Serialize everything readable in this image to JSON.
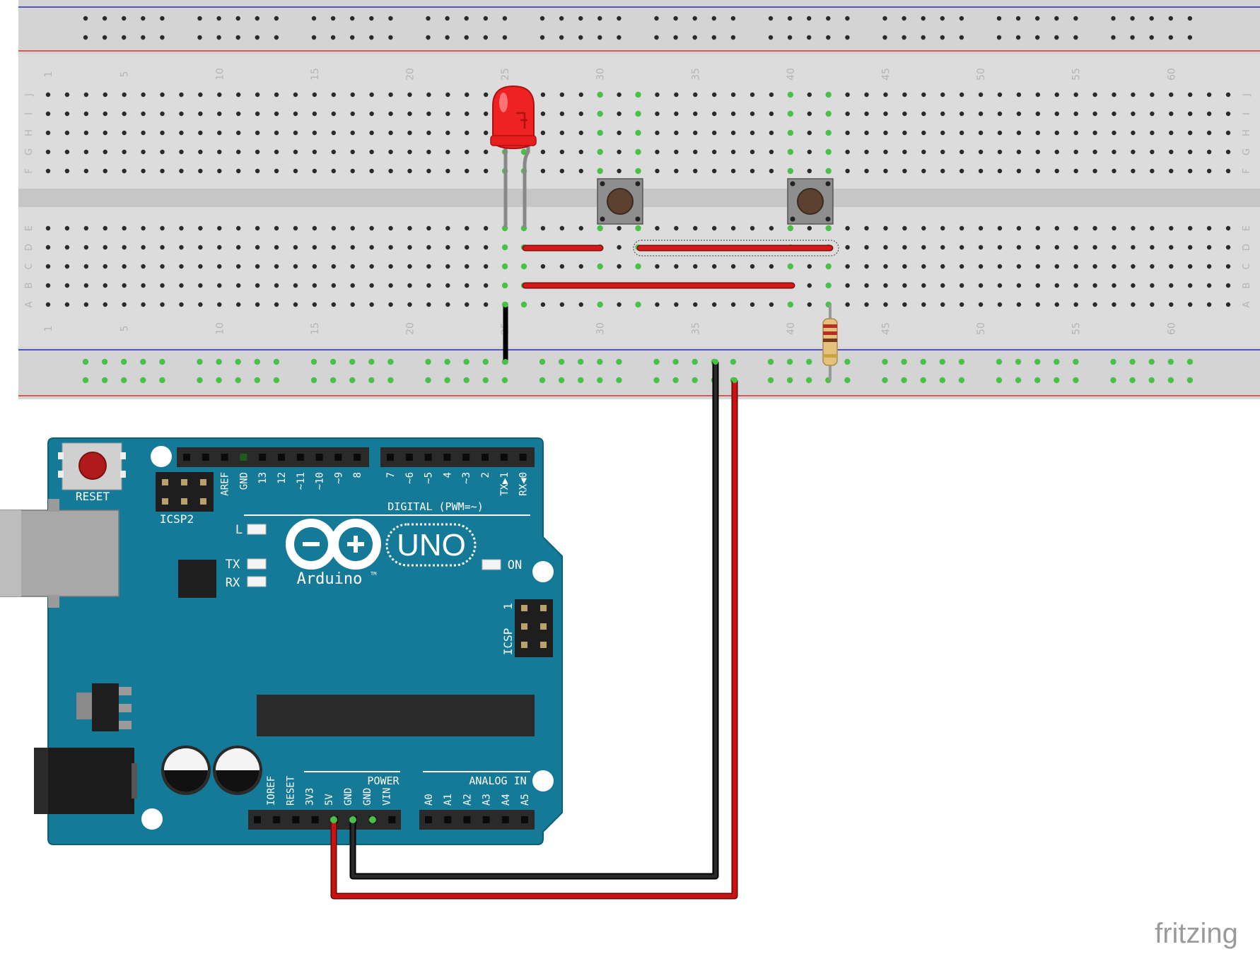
{
  "breadboard": {
    "column_numbers": [
      "1",
      "5",
      "10",
      "15",
      "20",
      "25",
      "30",
      "35",
      "40",
      "45",
      "50",
      "55",
      "60"
    ],
    "rows_top": [
      "J",
      "I",
      "H",
      "G",
      "F"
    ],
    "rows_bottom": [
      "E",
      "D",
      "C",
      "B",
      "A"
    ],
    "colors": {
      "board": "#d8d8d8",
      "channel": "#c6c6c6",
      "hole": "#2a2a2a",
      "active_hole": "#47c247",
      "rail_blue": "#2a2ab8",
      "rail_red": "#d43030",
      "label": "#b4b4b4"
    }
  },
  "components": {
    "led": {
      "name": "red-led",
      "color": "#ee2222"
    },
    "buttons": [
      {
        "name": "pushbutton-1"
      },
      {
        "name": "pushbutton-2"
      }
    ],
    "resistor": {
      "name": "resistor",
      "bands": [
        "#b52f20",
        "#b52f20",
        "#7a3a1a",
        "#c9a640"
      ]
    }
  },
  "wires": {
    "colors": {
      "red": "#cc1111",
      "black": "#1a1a1a",
      "red_jumper": "#d81818"
    }
  },
  "arduino": {
    "board_color": "#157a97",
    "reset_label": "RESET",
    "icsp2_label": "ICSP2",
    "icsp_label": "ICSP",
    "icsp_pin1": "1",
    "l_label": "L",
    "tx_label": "TX",
    "rx_label": "RX",
    "on_label": "ON",
    "logo_text": "UNO",
    "brand": "Arduino",
    "tm": "TM",
    "digital_label": "DIGITAL (PWM=~)",
    "digital_pins_left": [
      "AREF",
      "GND",
      "13",
      "12",
      "~11",
      "~10",
      "~9",
      "8"
    ],
    "digital_pins_right": [
      "7",
      "~6",
      "~5",
      "4",
      "~3",
      "2",
      "TX▶1",
      "RX◀0"
    ],
    "power_label": "POWER",
    "power_pins": [
      "IOREF",
      "RESET",
      "3V3",
      "5V",
      "GND",
      "GND",
      "VIN"
    ],
    "analog_label": "ANALOG IN",
    "analog_pins": [
      "A0",
      "A1",
      "A2",
      "A3",
      "A4",
      "A5"
    ]
  },
  "watermark": "fritzing"
}
